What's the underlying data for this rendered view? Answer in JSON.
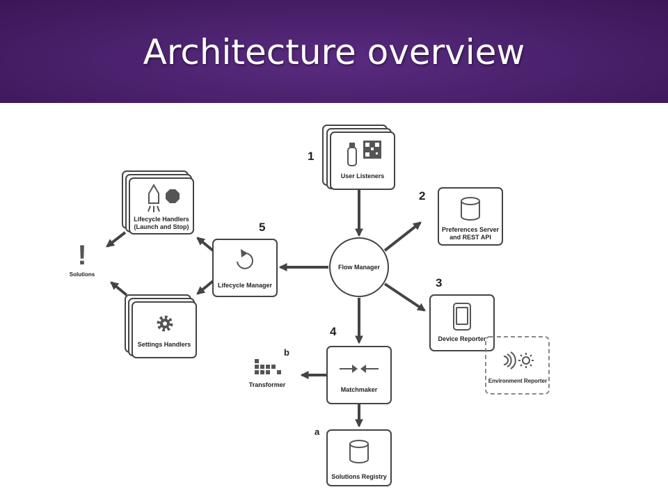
{
  "slide": {
    "title": "Architecture overview"
  },
  "diagram": {
    "nodes": {
      "user_listeners": {
        "label": "User Listeners",
        "number": "1"
      },
      "preferences_server": {
        "label_line1": "Preferences Server",
        "label_line2": "and REST API",
        "number": "2"
      },
      "device_reporter": {
        "label": "Device Reporter",
        "number": "3"
      },
      "environment_reporter": {
        "label": "Environment Reporter"
      },
      "matchmaker": {
        "label": "Matchmaker",
        "number": "4"
      },
      "solutions_registry": {
        "label": "Solutions Registry",
        "letter": "a"
      },
      "transformer": {
        "label": "Transformer",
        "letter": "b"
      },
      "lifecycle_manager": {
        "label": "Lifecycle Manager",
        "number": "5"
      },
      "lifecycle_handlers": {
        "label_line1": "Lifecycle Handlers",
        "label_line2": "(Launch and Stop)"
      },
      "settings_handlers": {
        "label": "Settings Handlers"
      },
      "solutions": {
        "label": "Solutions",
        "glyph": "!"
      },
      "flow_manager": {
        "label": "Flow Manager"
      }
    }
  },
  "colors": {
    "header": "#48206a",
    "stroke": "#444444",
    "icon": "#555555"
  }
}
